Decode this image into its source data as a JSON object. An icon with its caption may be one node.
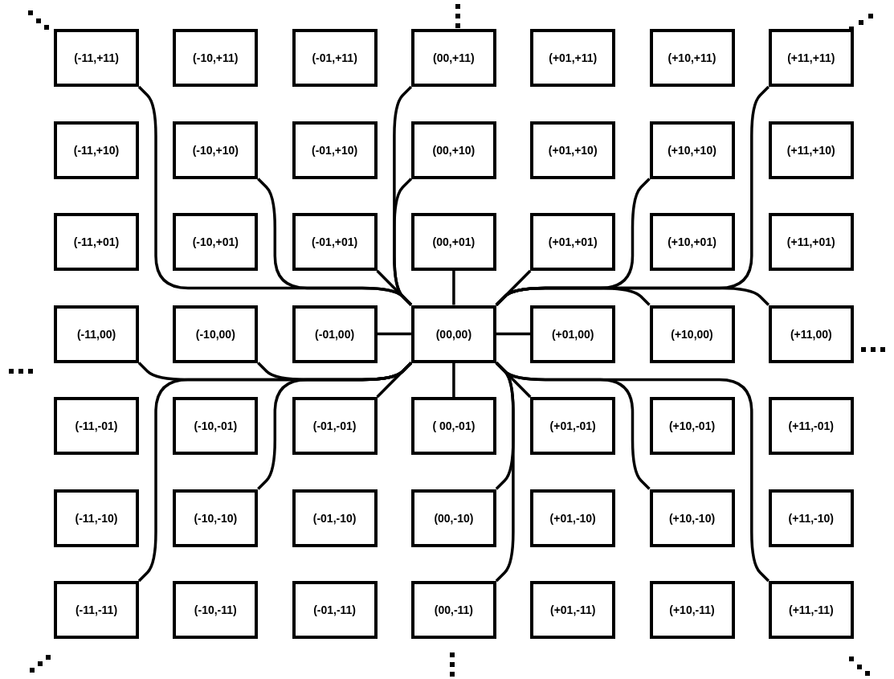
{
  "diagram": {
    "nodes": [
      {
        "text": [
          "(-11,+11)"
        ]
      },
      {
        "text": [
          "(-10,+11)"
        ]
      },
      {
        "text": [
          "(-01,+11)"
        ]
      },
      {
        "text": [
          "(00,+11)"
        ]
      },
      {
        "text": [
          "(+01,+11)"
        ]
      },
      {
        "text": [
          "(+10,+11)"
        ]
      },
      {
        "text": [
          "(+11,+11)"
        ]
      },
      {
        "text": [
          "(-11,+10)"
        ]
      },
      {
        "text": [
          "(-10,+10)"
        ]
      },
      {
        "text": [
          "(-01,+10)"
        ]
      },
      {
        "text": [
          "(00,+10)"
        ]
      },
      {
        "text": [
          "(+01,+10)"
        ]
      },
      {
        "text": [
          "(+10,+10)"
        ]
      },
      {
        "text": [
          "(+11,+10)"
        ]
      },
      {
        "text": [
          "(-11,+01)"
        ]
      },
      {
        "text": [
          "(-10,+01)"
        ]
      },
      {
        "text": [
          "(-01,+01)"
        ]
      },
      {
        "text": [
          "(00,+01)"
        ]
      },
      {
        "text": [
          "(+01,+01)"
        ]
      },
      {
        "text": [
          "(+10,+01)"
        ]
      },
      {
        "text": [
          "(+11,+01)"
        ]
      },
      {
        "text": [
          "(-11,00)"
        ]
      },
      {
        "text": [
          "(-10,00)"
        ]
      },
      {
        "text": [
          "(-01,00)"
        ]
      },
      {
        "text": [
          "(00,00)"
        ]
      },
      {
        "text": [
          "(+01,00)"
        ]
      },
      {
        "text": [
          "(+10,00)"
        ]
      },
      {
        "text": [
          "(+11,00)"
        ]
      },
      {
        "text": [
          "(-11,-01)"
        ]
      },
      {
        "text": [
          "(-10,-01)"
        ]
      },
      {
        "text": [
          "(-01,-01)"
        ]
      },
      {
        "text": [
          "( 00,-01)"
        ]
      },
      {
        "text": [
          "(+01,-01)"
        ]
      },
      {
        "text": [
          "(+10,-01)"
        ]
      },
      {
        "text": [
          "(+11,-01)"
        ]
      },
      {
        "text": [
          "(-11,-10)"
        ]
      },
      {
        "text": [
          "(-10,-10)"
        ]
      },
      {
        "text": [
          "(-01,-10)"
        ]
      },
      {
        "text": [
          "(00,-10)"
        ]
      },
      {
        "text": [
          "(+01,-10)"
        ]
      },
      {
        "text": [
          "(+10,-10)"
        ]
      },
      {
        "text": [
          "(+11,-10)"
        ]
      },
      {
        "text": [
          "(-11,-11)"
        ]
      },
      {
        "text": [
          "(-10,-11)"
        ]
      },
      {
        "text": [
          "(-01,-11)"
        ]
      },
      {
        "text": [
          "(00,-11)"
        ]
      },
      {
        "text": [
          "(+01,-11)"
        ]
      },
      {
        "text": [
          "(+10,-11)"
        ]
      },
      {
        "text": [
          "(+11,-11)"
        ]
      }
    ],
    "edges": [
      {
        "from": 24,
        "to": 17,
        "arrow": "none"
      },
      {
        "from": 24,
        "to": 23,
        "arrow": "none"
      },
      {
        "from": 24,
        "to": 25,
        "arrow": "none"
      },
      {
        "from": 24,
        "to": 31,
        "arrow": "none"
      },
      {
        "from": 24,
        "to": 0,
        "arrow": "none"
      },
      {
        "from": 24,
        "to": 8,
        "arrow": "none"
      },
      {
        "from": 24,
        "to": 16,
        "arrow": "none"
      },
      {
        "from": 24,
        "to": 3,
        "arrow": "none"
      },
      {
        "from": 24,
        "to": 10,
        "arrow": "none"
      },
      {
        "from": 24,
        "to": 6,
        "arrow": "none"
      },
      {
        "from": 24,
        "to": 12,
        "arrow": "none"
      },
      {
        "from": 24,
        "to": 18,
        "arrow": "none"
      },
      {
        "from": 24,
        "to": 26,
        "arrow": "none"
      },
      {
        "from": 24,
        "to": 27,
        "arrow": "none"
      },
      {
        "from": 24,
        "to": 21,
        "arrow": "none"
      },
      {
        "from": 24,
        "to": 22,
        "arrow": "none"
      },
      {
        "from": 24,
        "to": 30,
        "arrow": "none"
      },
      {
        "from": 24,
        "to": 36,
        "arrow": "none"
      },
      {
        "from": 24,
        "to": 42,
        "arrow": "none"
      },
      {
        "from": 24,
        "to": 38,
        "arrow": "none"
      },
      {
        "from": 24,
        "to": 45,
        "arrow": "none"
      },
      {
        "from": 24,
        "to": 32,
        "arrow": "none"
      },
      {
        "from": 24,
        "to": 40,
        "arrow": "none"
      },
      {
        "from": 24,
        "to": 48,
        "arrow": "none"
      }
    ]
  }
}
